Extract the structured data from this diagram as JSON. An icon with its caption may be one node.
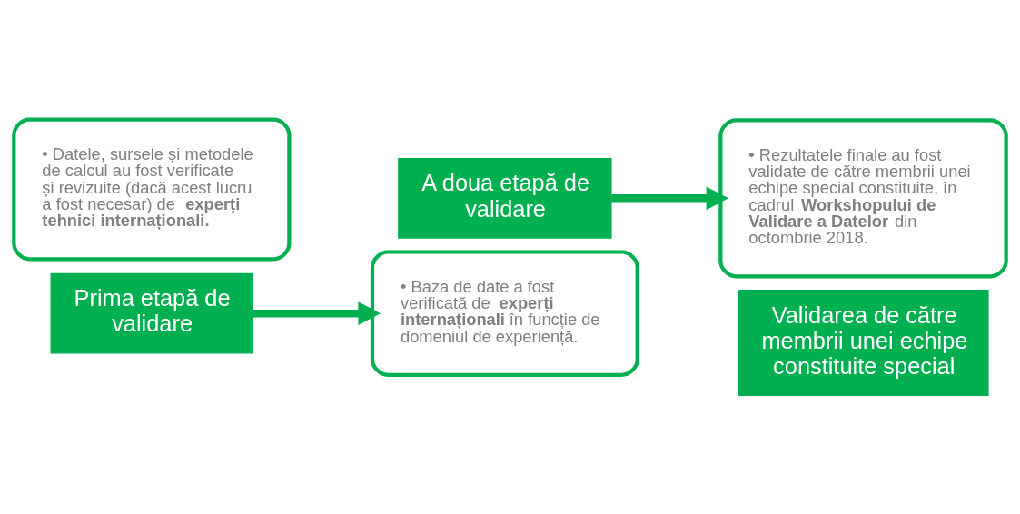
{
  "diagram": {
    "nodes": [
      {
        "text": [
          "• Datele, sursele și metodele de calcul au fost verificate și revizuite (dacă acest lucru a fost necesar) de **experți tehnici internaționali.**"
        ]
      },
      {
        "text": [
          "Prima etapă de validare"
        ]
      },
      {
        "text": [
          "A doua etapă de validare"
        ]
      },
      {
        "text": [
          "• Baza de date a fost verificată de **experți internaționali** în funcție de domeniul de experiență."
        ]
      },
      {
        "text": [
          "• Rezultatele finale au fost validate de către membrii unei echipe special constituite, în cadrul **Workshopului de Validare a Datelor** din octombrie 2018."
        ]
      },
      {
        "text": [
          "Validarea de către membrii unei echipe constituite special"
        ]
      }
    ],
    "edges": [
      {
        "from": 1,
        "to": 3,
        "arrow": "to"
      },
      {
        "from": 2,
        "to": 4,
        "arrow": "to"
      }
    ]
  }
}
